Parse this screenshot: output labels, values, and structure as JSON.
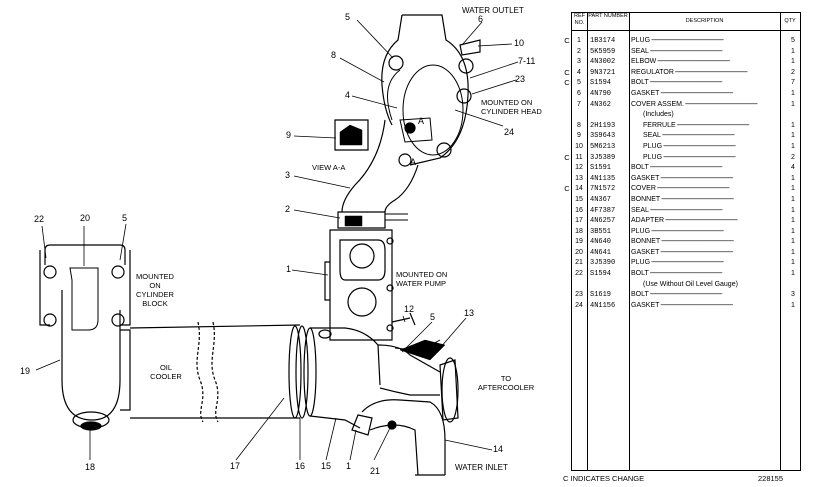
{
  "callouts": {
    "n5a": "5",
    "n6": "6",
    "water_outlet": "WATER OUTLET",
    "n10": "10",
    "n8": "8",
    "n7_11": "7-11",
    "n23": "23",
    "n4": "4",
    "mounted_on_head": "MOUNTED ON CYLINDER HEAD",
    "a1": "A",
    "a2": "A",
    "n24": "24",
    "n9": "9",
    "view_aa": "VIEW A-A",
    "n3": "3",
    "n2": "2",
    "n22": "22",
    "n20": "20",
    "n5b": "5",
    "mounted_on_block": "MOUNTED ON CYLINDER BLOCK",
    "n1a": "1",
    "mounted_on_pump": "MOUNTED ON WATER PUMP",
    "n12": "12",
    "n5c": "5",
    "n13": "13",
    "n19": "19",
    "oil_cooler": "OIL COOLER",
    "to_aftercooler": "TO AFTERCOOLER",
    "n17": "17",
    "n16": "16",
    "n15": "15",
    "n1b": "1",
    "n18": "18",
    "n21": "21",
    "n14": "14",
    "water_inlet": "WATER INLET"
  },
  "parts_table": {
    "headers": {
      "ref": "REF NO.",
      "part": "PART NUMBER",
      "desc": "DESCRIPTION",
      "qty": "QTY"
    },
    "rows": [
      {
        "ch": "C",
        "ref": "1",
        "pn": "1B3174",
        "desc": "PLUG",
        "qty": "5"
      },
      {
        "ch": "",
        "ref": "2",
        "pn": "5K5959",
        "desc": "SEAL",
        "qty": "1"
      },
      {
        "ch": "",
        "ref": "3",
        "pn": "4N3002",
        "desc": "ELBOW",
        "qty": "1"
      },
      {
        "ch": "C",
        "ref": "4",
        "pn": "9N3721",
        "desc": "REGULATOR",
        "qty": "2"
      },
      {
        "ch": "C",
        "ref": "5",
        "pn": "S1594",
        "desc": "BOLT",
        "qty": "7"
      },
      {
        "ch": "",
        "ref": "6",
        "pn": "4N790",
        "desc": "GASKET",
        "qty": "1"
      },
      {
        "ch": "",
        "ref": "7",
        "pn": "4N362",
        "desc": "COVER ASSEM.",
        "qty": "1"
      },
      {
        "ch": "",
        "ref": "",
        "pn": "",
        "desc": "(Includes)",
        "qty": "",
        "indent": true,
        "nodash": true
      },
      {
        "ch": "",
        "ref": "8",
        "pn": "2H1193",
        "desc": "FERRULE",
        "qty": "1",
        "indent": true
      },
      {
        "ch": "",
        "ref": "9",
        "pn": "3S9643",
        "desc": "SEAL",
        "qty": "1",
        "indent": true
      },
      {
        "ch": "",
        "ref": "10",
        "pn": "5M6213",
        "desc": "PLUG",
        "qty": "1",
        "indent": true
      },
      {
        "ch": "C",
        "ref": "11",
        "pn": "3J5389",
        "desc": "PLUG",
        "qty": "2",
        "indent": true
      },
      {
        "ch": "",
        "ref": "12",
        "pn": "S1591",
        "desc": "BOLT",
        "qty": "4"
      },
      {
        "ch": "",
        "ref": "13",
        "pn": "4N1135",
        "desc": "GASKET",
        "qty": "1"
      },
      {
        "ch": "C",
        "ref": "14",
        "pn": "7N1572",
        "desc": "COVER",
        "qty": "1"
      },
      {
        "ch": "",
        "ref": "15",
        "pn": "4N367",
        "desc": "BONNET",
        "qty": "1"
      },
      {
        "ch": "",
        "ref": "16",
        "pn": "4F7387",
        "desc": "SEAL",
        "qty": "1"
      },
      {
        "ch": "",
        "ref": "17",
        "pn": "4N6257",
        "desc": "ADAPTER",
        "qty": "1"
      },
      {
        "ch": "",
        "ref": "18",
        "pn": "3B551",
        "desc": "PLUG",
        "qty": "1"
      },
      {
        "ch": "",
        "ref": "19",
        "pn": "4N640",
        "desc": "BONNET",
        "qty": "1"
      },
      {
        "ch": "",
        "ref": "20",
        "pn": "4N641",
        "desc": "GASKET",
        "qty": "1"
      },
      {
        "ch": "",
        "ref": "21",
        "pn": "3J5390",
        "desc": "PLUG",
        "qty": "1"
      },
      {
        "ch": "",
        "ref": "22",
        "pn": "S1594",
        "desc": "BOLT",
        "qty": "1"
      },
      {
        "ch": "",
        "ref": "",
        "pn": "",
        "desc": "(Use Without Oil Level Gauge)",
        "qty": "",
        "indent": true,
        "nodash": true
      },
      {
        "ch": "",
        "ref": "23",
        "pn": "S1619",
        "desc": "BOLT",
        "qty": "3"
      },
      {
        "ch": "",
        "ref": "24",
        "pn": "4N1156",
        "desc": "GASKET",
        "qty": "1"
      }
    ]
  },
  "footer": {
    "note": "C INDICATES CHANGE",
    "page_code": "228155"
  }
}
